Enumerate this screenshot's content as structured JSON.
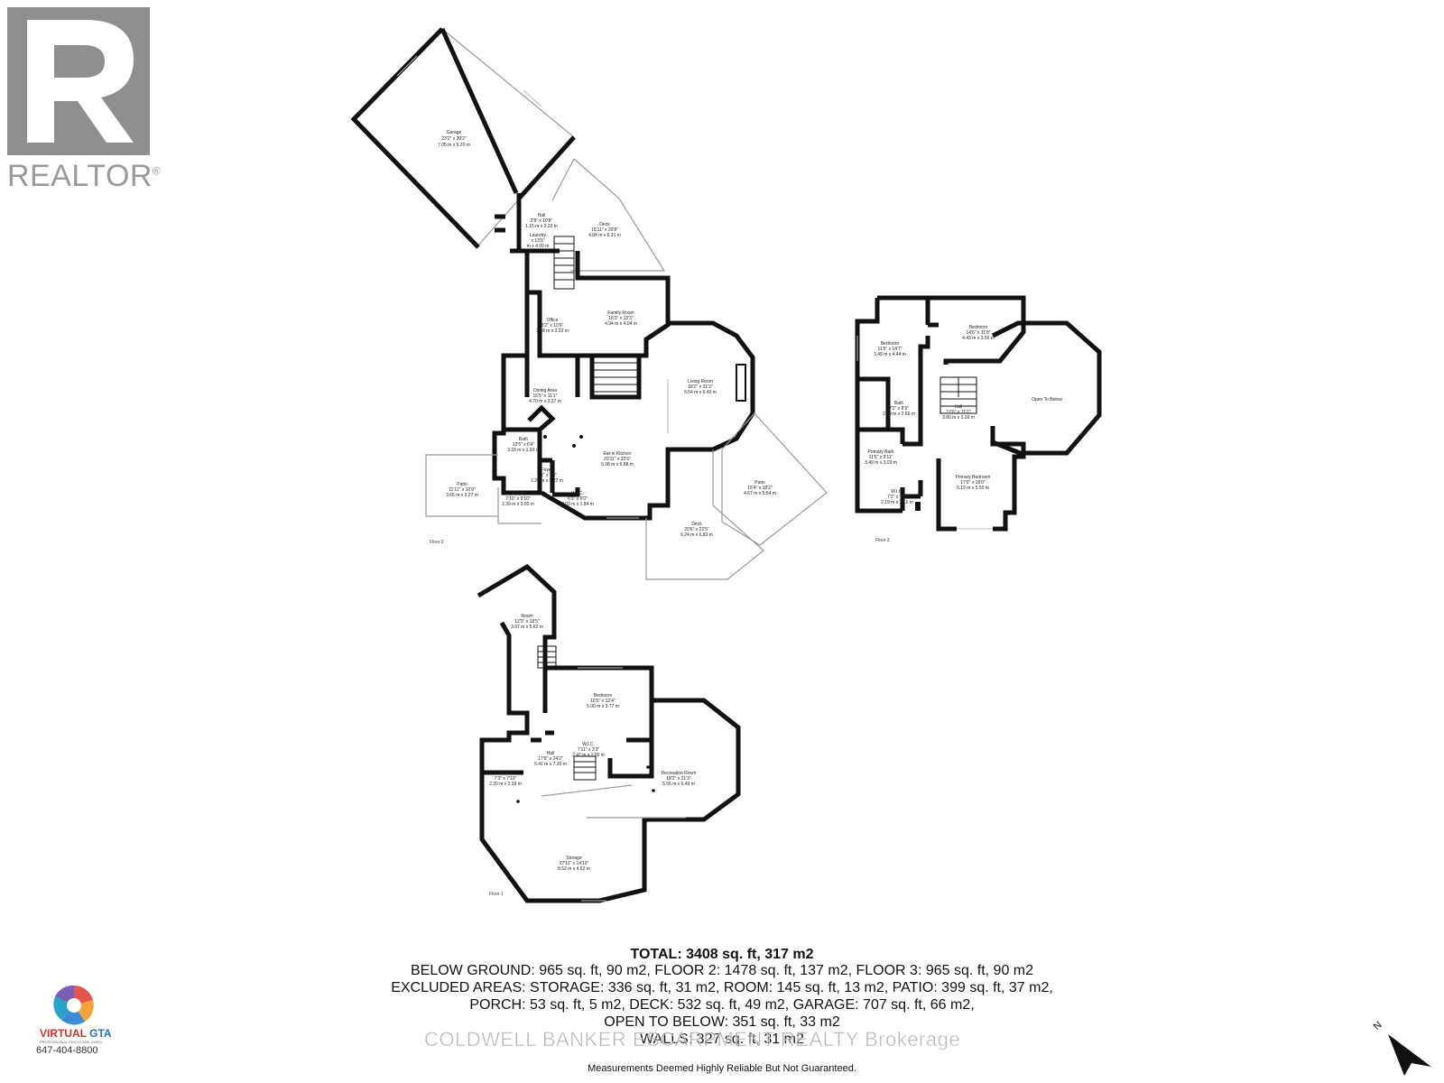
{
  "branding": {
    "realtor_text": "REALTOR",
    "realtor_mark": "®",
    "virtual_gta": {
      "name_a": "VIRTUAL",
      "name_b": "GTA",
      "tagline": "PROFESSIONAL PHOTO AND VIDEO",
      "phone": "647-404-8800"
    },
    "watermark": "COLDWELL BANKER ESCARPMENT REALTY  Brokerage",
    "compass_label": "N",
    "icons": [
      "realtor-logo-icon",
      "camera-aperture-icon",
      "north-arrow-icon"
    ]
  },
  "floors": {
    "floor2": {
      "label": "Floor 2",
      "rooms": {
        "garage": {
          "name": "Garage",
          "dims": "23'2\" x 30'2\"",
          "metric": "7.05 m x 9.20 m"
        },
        "hall": {
          "name": "Hall",
          "dims": "3'9\" x 10'8\"",
          "metric": "1.15 m x 3.25 m"
        },
        "deck_top": {
          "name": "Deck",
          "dims": "15'11\" x 20'8\"",
          "metric": "4.84 m x 6.31 m"
        },
        "laundry": {
          "name": "Laundry",
          "dims": "x 13'5\"",
          "metric": "m x 4.09 m"
        },
        "office": {
          "name": "Office",
          "dims": "8'2\" x 10'6\"",
          "metric": "2.48 m x 3.22 m"
        },
        "family": {
          "name": "Family Room",
          "dims": "16'3\" x 13'3\"",
          "metric": "4.94 m x 4.04 m"
        },
        "living": {
          "name": "Living Room",
          "dims": "18'2\" x 21'3\"",
          "metric": "5.54 m x 6.49 m"
        },
        "dining": {
          "name": "Dining Area",
          "dims": "15'5\" x 11'1\"",
          "metric": "4.70 m x 3.37 m"
        },
        "bath": {
          "name": "Bath",
          "dims": "10'5\" x 6'4\"",
          "metric": "3.18 m x 1.93 m"
        },
        "kitchen": {
          "name": "Eat-in Kitchen",
          "dims": "20'11\" x 22'6\"",
          "metric": "6.38 m x 6.88 m"
        },
        "foyer": {
          "name": "Foyer",
          "dims": "7'3\" x 7'3\"",
          "metric": "2.20 m x 2.22 m"
        },
        "patio_left": {
          "name": "Patio",
          "dims": "11'11\" x 10'9\"",
          "metric": "3.65 m x 3.27 m"
        },
        "porch": {
          "name": "Porch",
          "dims": "7'10\" x 9'10\"",
          "metric": "2.39 m x 3.00 m"
        },
        "wic": {
          "name": "W.I.C.",
          "dims": "6'9\" x 6'0\"",
          "metric": "2.03 m x 1.84 m"
        },
        "patio_right": {
          "name": "Patio",
          "dims": "15'4\" x 18'2\"",
          "metric": "4.67 m x 5.54 m"
        },
        "deck_bottom": {
          "name": "Deck",
          "dims": "20'6\" x 22'5\"",
          "metric": "6.24 m x 6.83 m"
        }
      }
    },
    "floor3": {
      "label": "Floor 3",
      "rooms": {
        "bedroom1": {
          "name": "Bedroom",
          "dims": "11'5\" x 14'7\"",
          "metric": "3.49 m x 4.44 m"
        },
        "bedroom2": {
          "name": "Bedroom",
          "dims": "14'6\" x 11'8\"",
          "metric": "4.43 m x 3.56 m"
        },
        "open_below": {
          "name": "Open To Below"
        },
        "bath": {
          "name": "Bath",
          "dims": "7'2\" x 8'9\"",
          "metric": "2.19 m x 2.66 m"
        },
        "hall": {
          "name": "Hall",
          "dims": "12'6\" x 11'1\"",
          "metric": "3.80 m x 3.39 m"
        },
        "primary_bath": {
          "name": "Primary Bath",
          "dims": "11'5\" x 9'11\"",
          "metric": "3.49 m x 3.03 m"
        },
        "primary_bed": {
          "name": "Primary Bedroom",
          "dims": "17'0\" x 18'0\"",
          "metric": "5.19 m x 5.50 m"
        },
        "wic": {
          "name": "W.I.C.",
          "dims": "7'2\" x 7'1\"",
          "metric": "2.19 m x 2.16 m"
        }
      }
    },
    "floor1": {
      "label": "Floor 1",
      "rooms": {
        "room_top": {
          "name": "Room",
          "dims": "12'0\" x 18'5\"",
          "metric": "3.67 m x 5.62 m"
        },
        "bedroom": {
          "name": "Bedroom",
          "dims": "16'5\" x 12'4\"",
          "metric": "5.00 m x 3.77 m"
        },
        "wic": {
          "name": "W.I.C.",
          "dims": "7'11\" x 3'3\"",
          "metric": "2.42 m x 1.00 m"
        },
        "hall": {
          "name": "Hall",
          "dims": "17'9\" x 24'2\"",
          "metric": "5.41 m x 7.36 m"
        },
        "room_left": {
          "name": "Room",
          "dims": "7'3\" x 7'10\"",
          "metric": "2.20 m x 2.39 m"
        },
        "recreation": {
          "name": "Recreation Room",
          "dims": "18'2\" x 21'3\"",
          "metric": "5.55 m x 6.49 m"
        },
        "storage": {
          "name": "Storage",
          "dims": "27'11\" x 14'10\"",
          "metric": "8.52 m x 4.52 m"
        }
      }
    }
  },
  "summary": {
    "total": "TOTAL: 3408 sq. ft, 317 m2",
    "line1": "BELOW GROUND: 965 sq. ft, 90 m2, FLOOR 2: 1478 sq. ft, 137 m2, FLOOR 3: 965 sq. ft, 90 m2",
    "line2": "EXCLUDED AREAS: STORAGE: 336 sq. ft, 31 m2, ROOM: 145 sq. ft, 13 m2, PATIO: 399 sq. ft, 37 m2,",
    "line3": "PORCH: 53 sq. ft, 5 m2, DECK: 532 sq. ft, 49 m2, GARAGE: 707 sq. ft, 66 m2,",
    "line4": "OPEN TO BELOW: 351 sq. ft, 33 m2",
    "line5": "WALLS: 327 sq. ft, 31 m2",
    "disclaimer": "Measurements Deemed Highly Reliable But Not Guaranteed."
  }
}
